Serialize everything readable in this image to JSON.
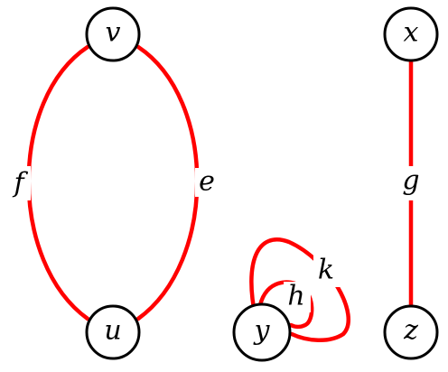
{
  "colors": {
    "edge": "#ff0000",
    "node_stroke": "#000000",
    "text": "#000000",
    "background": "#ffffff"
  },
  "nodes": [
    {
      "id": "v",
      "label": "v"
    },
    {
      "id": "u",
      "label": "u"
    },
    {
      "id": "y",
      "label": "y"
    },
    {
      "id": "x",
      "label": "x"
    },
    {
      "id": "z",
      "label": "z"
    }
  ],
  "edges": [
    {
      "id": "f",
      "label": "f",
      "from": "v",
      "to": "u"
    },
    {
      "id": "e",
      "label": "e",
      "from": "v",
      "to": "u"
    },
    {
      "id": "h",
      "label": "h",
      "from": "y",
      "to": "y"
    },
    {
      "id": "k",
      "label": "k",
      "from": "y",
      "to": "y"
    },
    {
      "id": "g",
      "label": "g",
      "from": "x",
      "to": "z"
    }
  ]
}
